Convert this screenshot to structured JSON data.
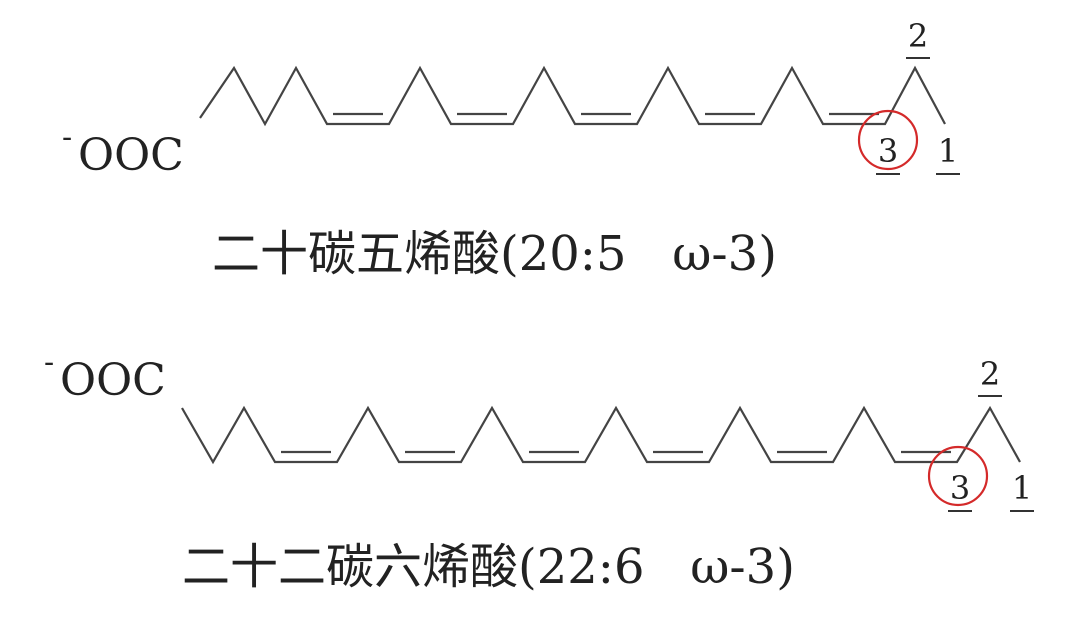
{
  "molecules": [
    {
      "group_label": "OOC",
      "charge": "-",
      "name": "二十碳五烯酸(20:5   ω-3)",
      "carbon_labels": [
        "3",
        "2",
        "1"
      ],
      "double_bond_count": 5
    },
    {
      "group_label": "OOC",
      "charge": "-",
      "name": "二十二碳六烯酸(22:6   ω-3)",
      "carbon_labels": [
        "3",
        "2",
        "1"
      ],
      "double_bond_count": 6
    }
  ],
  "colors": {
    "highlight_circle": "#d42a2a",
    "bond": "#444444",
    "text": "#222222"
  }
}
